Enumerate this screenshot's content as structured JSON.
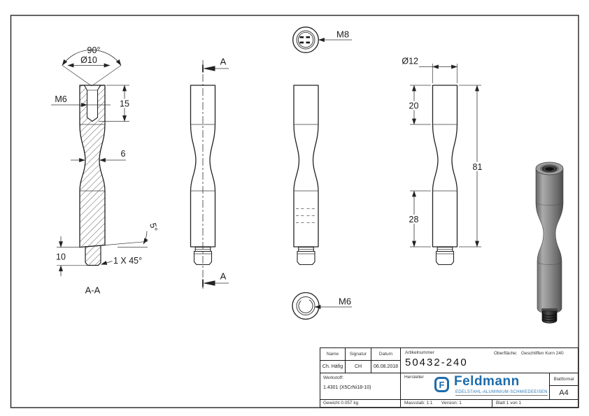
{
  "sheet": {
    "views": {
      "section": {
        "angle": "90°",
        "countersink_dia": "Ø10",
        "thread": "M6",
        "thread_depth": "15",
        "waist": "6",
        "taper_angle": "5°",
        "stud_length": "10",
        "chamfer": "1 X 45°",
        "label": "A-A"
      },
      "side": {
        "section_top": "A",
        "section_bottom": "A"
      },
      "top": {
        "thread": "M8"
      },
      "bottom": {
        "thread": "M6"
      },
      "dimensioned": {
        "dia": "Ø12",
        "len_top": "20",
        "len_total": "81",
        "len_bottom": "28"
      }
    },
    "title_block": {
      "headers": {
        "name": "Name",
        "signature": "Signatur",
        "date": "Datum",
        "article": "Artikelnummer",
        "surface_label": "Oberfläche:",
        "manufacturer": "Hersteller",
        "material_label": "Werkstoff:",
        "format_label": "Blattformat"
      },
      "values": {
        "name": "Ch. Häfig",
        "signature": "CH",
        "date": "06.08.2018",
        "article": "50432-240",
        "surface": "Geschliffen Korn 240",
        "material": "1.4301 (X5CrNi18-10)",
        "format": "A4",
        "weight": "Gewicht 0.057 kg",
        "scale": "Massstab: 1:1",
        "version": "Version: 1",
        "sheet": "Blatt 1 von 1"
      },
      "logo": {
        "mark": "F",
        "name": "Feldmann",
        "tagline": "EDELSTAHL-ALUMINIUM-SCHMIEDEEISEN",
        "color": "#1d6cab"
      }
    }
  }
}
